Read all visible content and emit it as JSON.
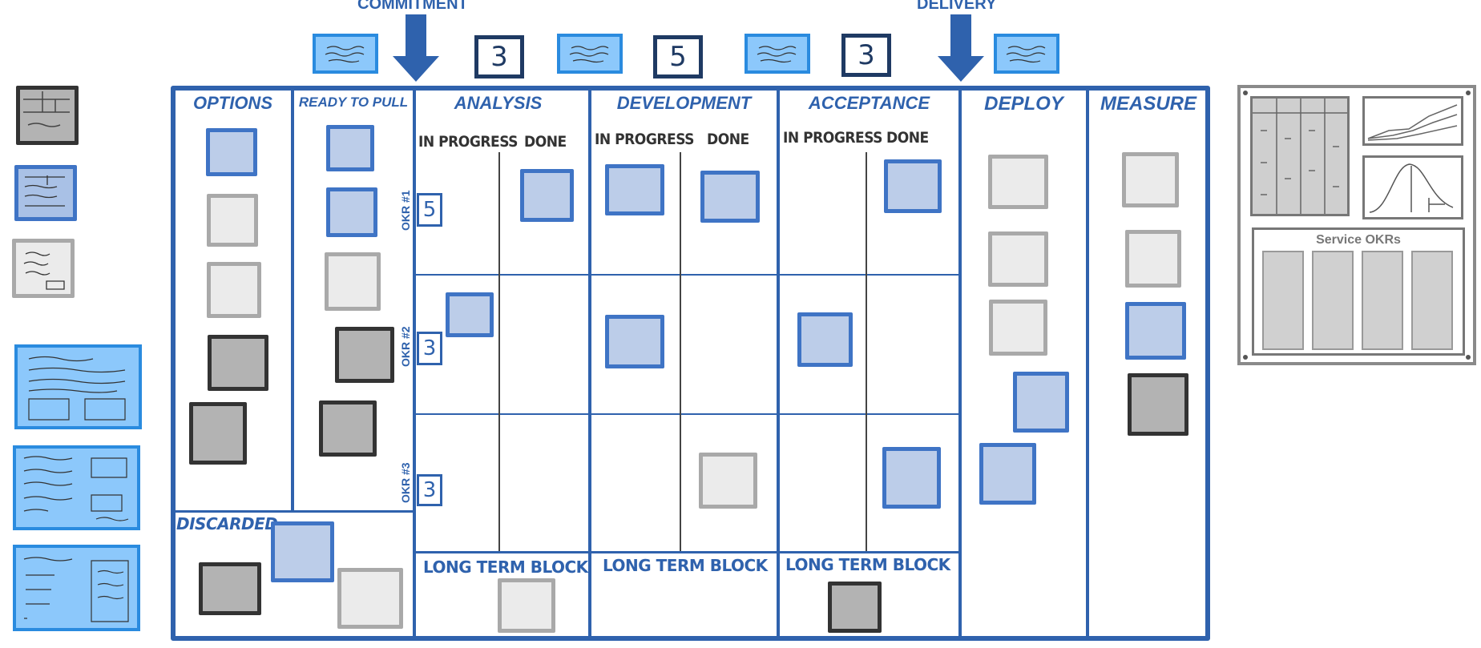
{
  "top_labels": {
    "commitment": "COMMITMENT",
    "delivery": "DELIVERY"
  },
  "wip_limits_top": [
    "3",
    "5",
    "3"
  ],
  "columns": {
    "options": "OPTIONS",
    "ready_to_pull": "READY TO PULL",
    "analysis": "ANALYSIS",
    "development": "DEVELOPMENT",
    "acceptance": "ACCEPTANCE",
    "deploy": "DEPLOY",
    "measure": "MEASURE"
  },
  "subcolumns": {
    "in_progress": "IN PROGRESS",
    "done": "DONE"
  },
  "okr_rows": [
    {
      "label": "OKR #1",
      "wip": "5"
    },
    {
      "label": "OKR #2",
      "wip": "3"
    },
    {
      "label": "OKR #3",
      "wip": "3"
    }
  ],
  "discarded": "DISCARDED",
  "long_term_block": "LONG TERM BLOCK",
  "dashboard": {
    "service_okrs": "Service OKRs"
  },
  "colors": {
    "board_blue": "#2f62ad",
    "card_blue": "#bccde9",
    "card_light": "#ebebeb",
    "card_dark": "#b3b3b3",
    "sticky_blue": "#8cc8fb"
  }
}
